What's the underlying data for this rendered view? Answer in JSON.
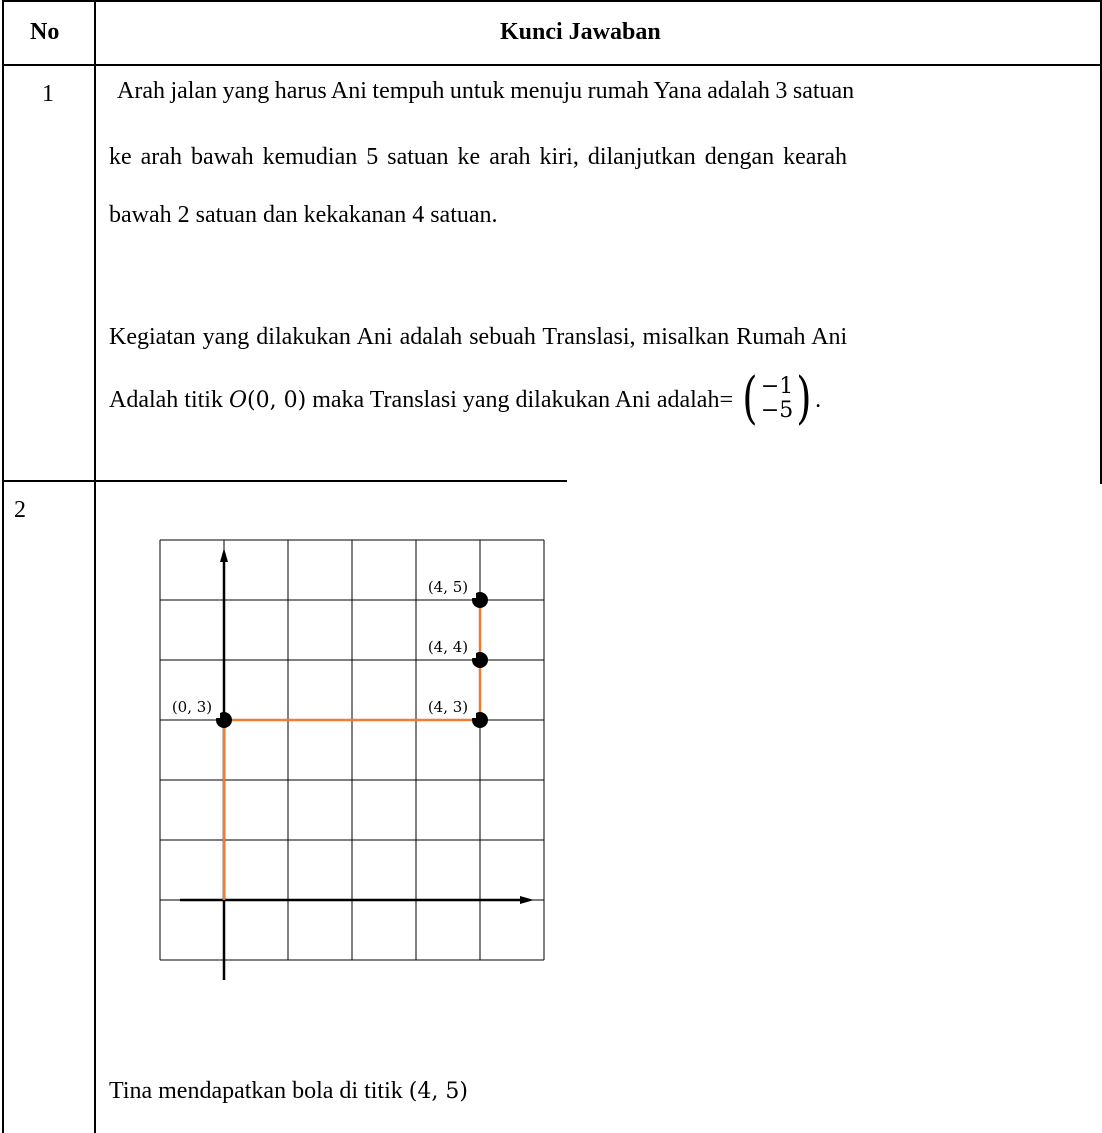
{
  "table": {
    "header_no": "No",
    "header_answer": "Kunci Jawaban",
    "rows": [
      {
        "no": "1",
        "line1": "Arah jalan yang harus Ani tempuh untuk menuju rumah Yana adalah 3 satuan",
        "line2": "ke arah bawah kemudian 5 satuan ke arah kiri, dilanjutkan dengan kearah",
        "line3": "bawah 2 satuan dan kekakanan 4 satuan.",
        "line4": "Kegiatan yang dilakukan Ani adalah sebuah Translasi, misalkan Rumah Ani",
        "line5_prefix": "Adalah titik",
        "line5_point_var": "O",
        "line5_point_coords": "(0, 0)",
        "line5_middle": "maka Translasi yang dilakukan Ani adalah",
        "line5_eq": "=",
        "vector_top": "−1",
        "vector_bottom": "−5",
        "line5_end": "."
      },
      {
        "no": "2",
        "conclusion_prefix": "Tina mendapatkan bola di titik",
        "conclusion_point": "(4, 5)"
      }
    ]
  },
  "diagram": {
    "path_color": "#ed7d31",
    "grid_cols": 6,
    "grid_rows": 7,
    "points": [
      {
        "label": "(0, 3)",
        "x": 0,
        "y": 3
      },
      {
        "label": "(4, 3)",
        "x": 4,
        "y": 3
      },
      {
        "label": "(4, 4)",
        "x": 4,
        "y": 4
      },
      {
        "label": "(4, 5)",
        "x": 4,
        "y": 5
      }
    ],
    "path": [
      [
        0,
        0
      ],
      [
        0,
        3
      ],
      [
        4,
        3
      ],
      [
        4,
        5
      ]
    ]
  }
}
